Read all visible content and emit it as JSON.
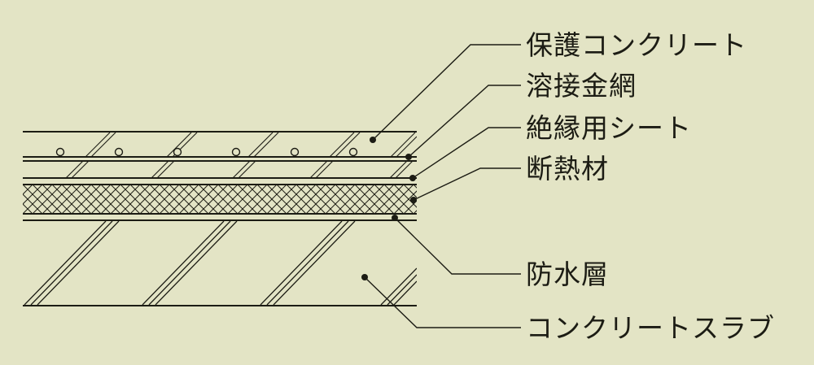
{
  "diagram": {
    "type": "roof-waterproofing-cross-section",
    "layers": [
      {
        "id": "protective-concrete",
        "label": "保護コンクリート"
      },
      {
        "id": "welded-wire-mesh",
        "label": "溶接金網"
      },
      {
        "id": "insulating-sheet",
        "label": "絶縁用シート"
      },
      {
        "id": "thermal-insulation",
        "label": "断熱材"
      },
      {
        "id": "waterproof-layer",
        "label": "防水層"
      },
      {
        "id": "concrete-slab",
        "label": "コンクリートスラブ"
      }
    ],
    "colors": {
      "background": "#e3e4c5",
      "ink": "#1c1c14"
    }
  }
}
